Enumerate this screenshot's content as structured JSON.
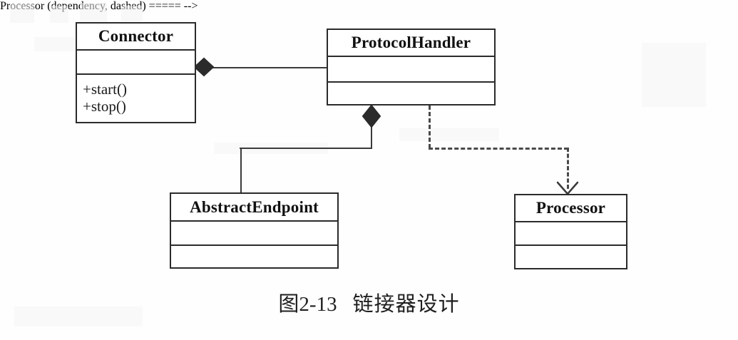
{
  "figure": {
    "kind": "uml-class-diagram",
    "caption_number": "图2-13",
    "caption_text": "链接器设计",
    "caption_full": "图2-13  链接器设计",
    "background_color": "#fefefe",
    "line_color": "#3a3a3a",
    "text_color": "#111111"
  },
  "classes": [
    {
      "id": "connector",
      "name": "Connector",
      "attributes": [],
      "operations": [
        "+start()",
        "+stop()"
      ],
      "compartments": 3
    },
    {
      "id": "protocolhandler",
      "name": "ProtocolHandler",
      "attributes": [],
      "operations": [],
      "compartments": 3
    },
    {
      "id": "abstractendpoint",
      "name": "AbstractEndpoint",
      "attributes": [],
      "operations": [],
      "compartments": 3
    },
    {
      "id": "processor",
      "name": "Processor",
      "attributes": [],
      "operations": [],
      "compartments": 3
    }
  ],
  "relationships": [
    {
      "id": "connector-protocolhandler",
      "type": "composition",
      "from": "Connector",
      "to": "ProtocolHandler",
      "style": "solid",
      "ornament": "filled-diamond",
      "ornament_end": "Connector"
    },
    {
      "id": "protocolhandler-abstractendpoint",
      "type": "composition",
      "from": "ProtocolHandler",
      "to": "AbstractEndpoint",
      "style": "solid",
      "ornament": "filled-diamond",
      "ornament_end": "ProtocolHandler"
    },
    {
      "id": "protocolhandler-processor",
      "type": "dependency",
      "from": "ProtocolHandler",
      "to": "Processor",
      "style": "dashed",
      "ornament": "open-arrow",
      "ornament_end": "Processor"
    }
  ]
}
